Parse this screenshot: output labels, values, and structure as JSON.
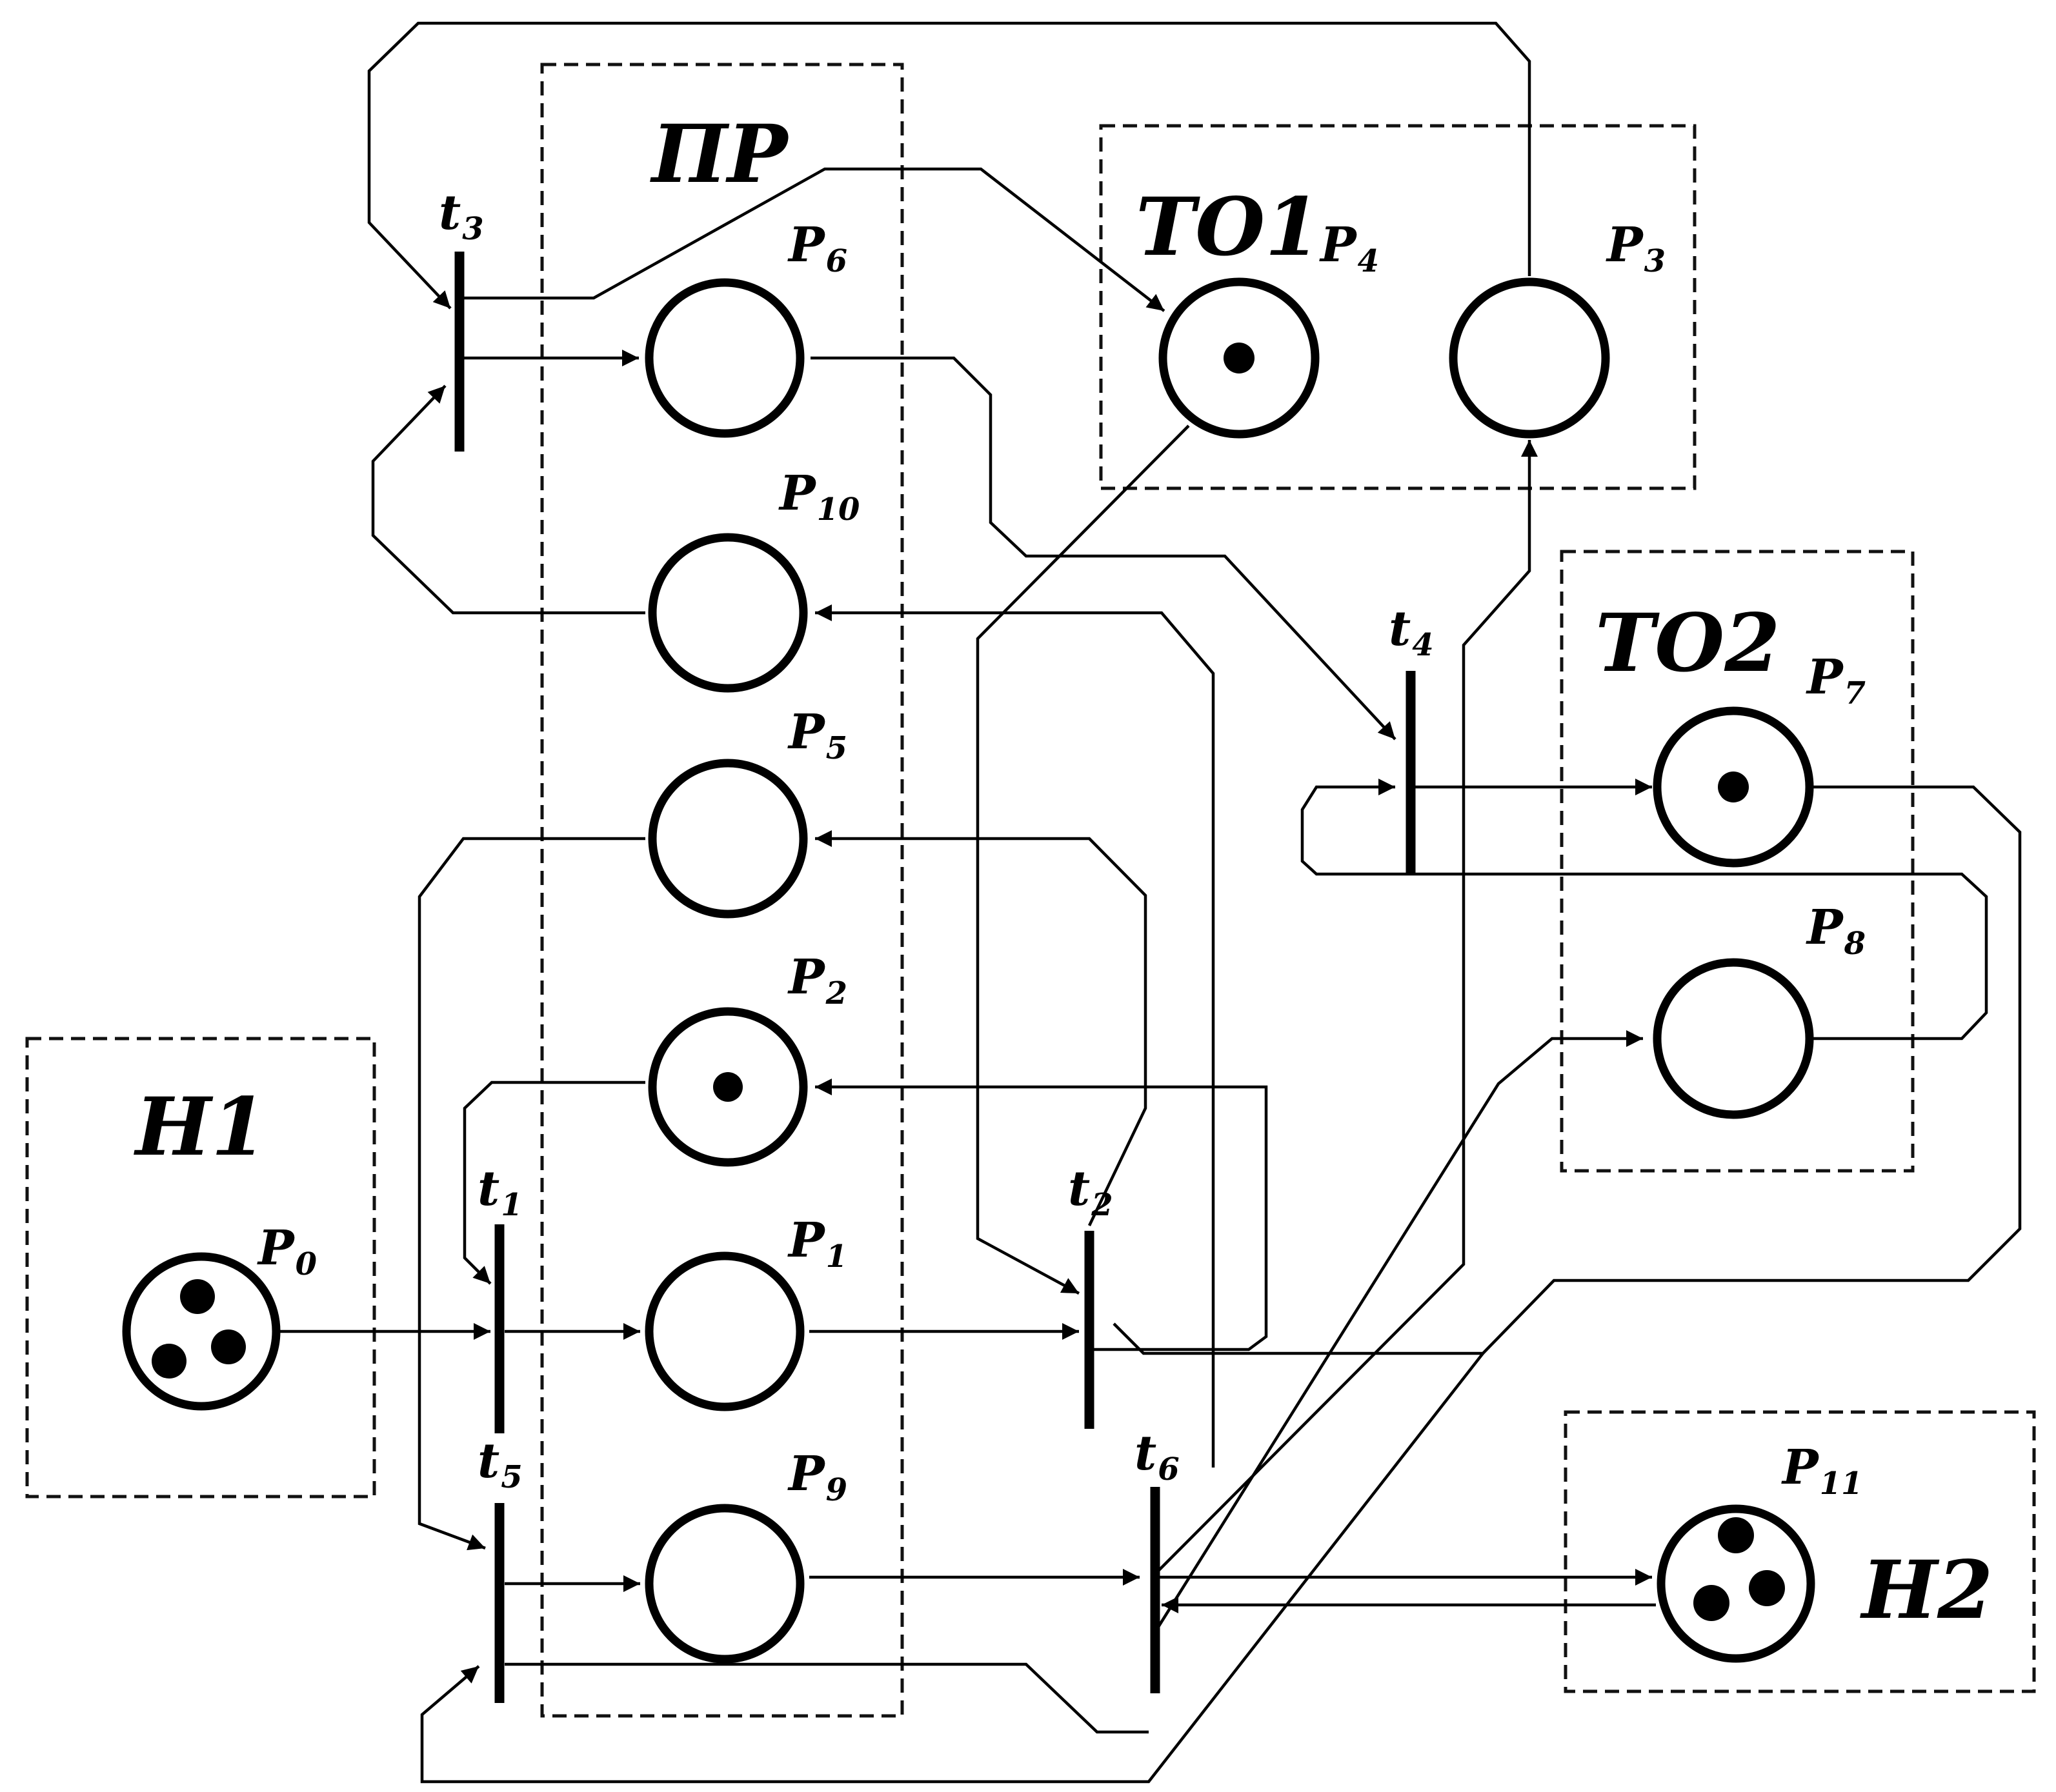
{
  "regions": {
    "pr": {
      "label": "ПР"
    },
    "to1": {
      "label": "ТО1"
    },
    "to2": {
      "label": "ТО2"
    },
    "n1": {
      "label": "Н1"
    },
    "n2": {
      "label": "Н2"
    }
  },
  "places": [
    {
      "id": "P0",
      "name": "P",
      "sub": "0",
      "tokens": 3
    },
    {
      "id": "P1",
      "name": "P",
      "sub": "1",
      "tokens": 0
    },
    {
      "id": "P2",
      "name": "P",
      "sub": "2",
      "tokens": 1
    },
    {
      "id": "P3",
      "name": "P",
      "sub": "3",
      "tokens": 0
    },
    {
      "id": "P4",
      "name": "P",
      "sub": "4",
      "tokens": 1
    },
    {
      "id": "P5",
      "name": "P",
      "sub": "5",
      "tokens": 0
    },
    {
      "id": "P6",
      "name": "P",
      "sub": "6",
      "tokens": 0
    },
    {
      "id": "P7",
      "name": "P",
      "sub": "7",
      "tokens": 1
    },
    {
      "id": "P8",
      "name": "P",
      "sub": "8",
      "tokens": 0
    },
    {
      "id": "P9",
      "name": "P",
      "sub": "9",
      "tokens": 0
    },
    {
      "id": "P10",
      "name": "P",
      "sub": "10",
      "tokens": 0
    },
    {
      "id": "P11",
      "name": "P",
      "sub": "11",
      "tokens": 3
    }
  ],
  "transitions": [
    {
      "id": "t1",
      "name": "t",
      "sub": "1"
    },
    {
      "id": "t2",
      "name": "t",
      "sub": "2"
    },
    {
      "id": "t3",
      "name": "t",
      "sub": "3"
    },
    {
      "id": "t4",
      "name": "t",
      "sub": "4"
    },
    {
      "id": "t5",
      "name": "t",
      "sub": "5"
    },
    {
      "id": "t6",
      "name": "t",
      "sub": "6"
    }
  ]
}
